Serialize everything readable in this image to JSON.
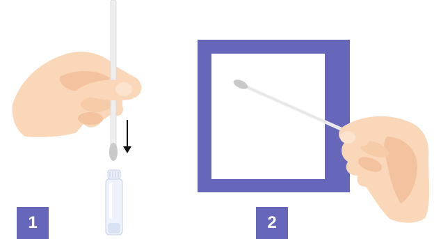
{
  "steps": [
    {
      "number": "1",
      "instruction_icon": "swab-into-tube"
    },
    {
      "number": "2",
      "instruction_icon": "swab-on-surface"
    }
  ],
  "colors": {
    "frame": "#6666BB",
    "badge": "#6666BB",
    "skin": "#FAD7B8",
    "skin_shadow": "#F3C29E",
    "swab_stick": "#EEEEEE",
    "swab_tip": "#C9C9C9",
    "tube": "#E9EEF8",
    "arrow": "#111111"
  }
}
